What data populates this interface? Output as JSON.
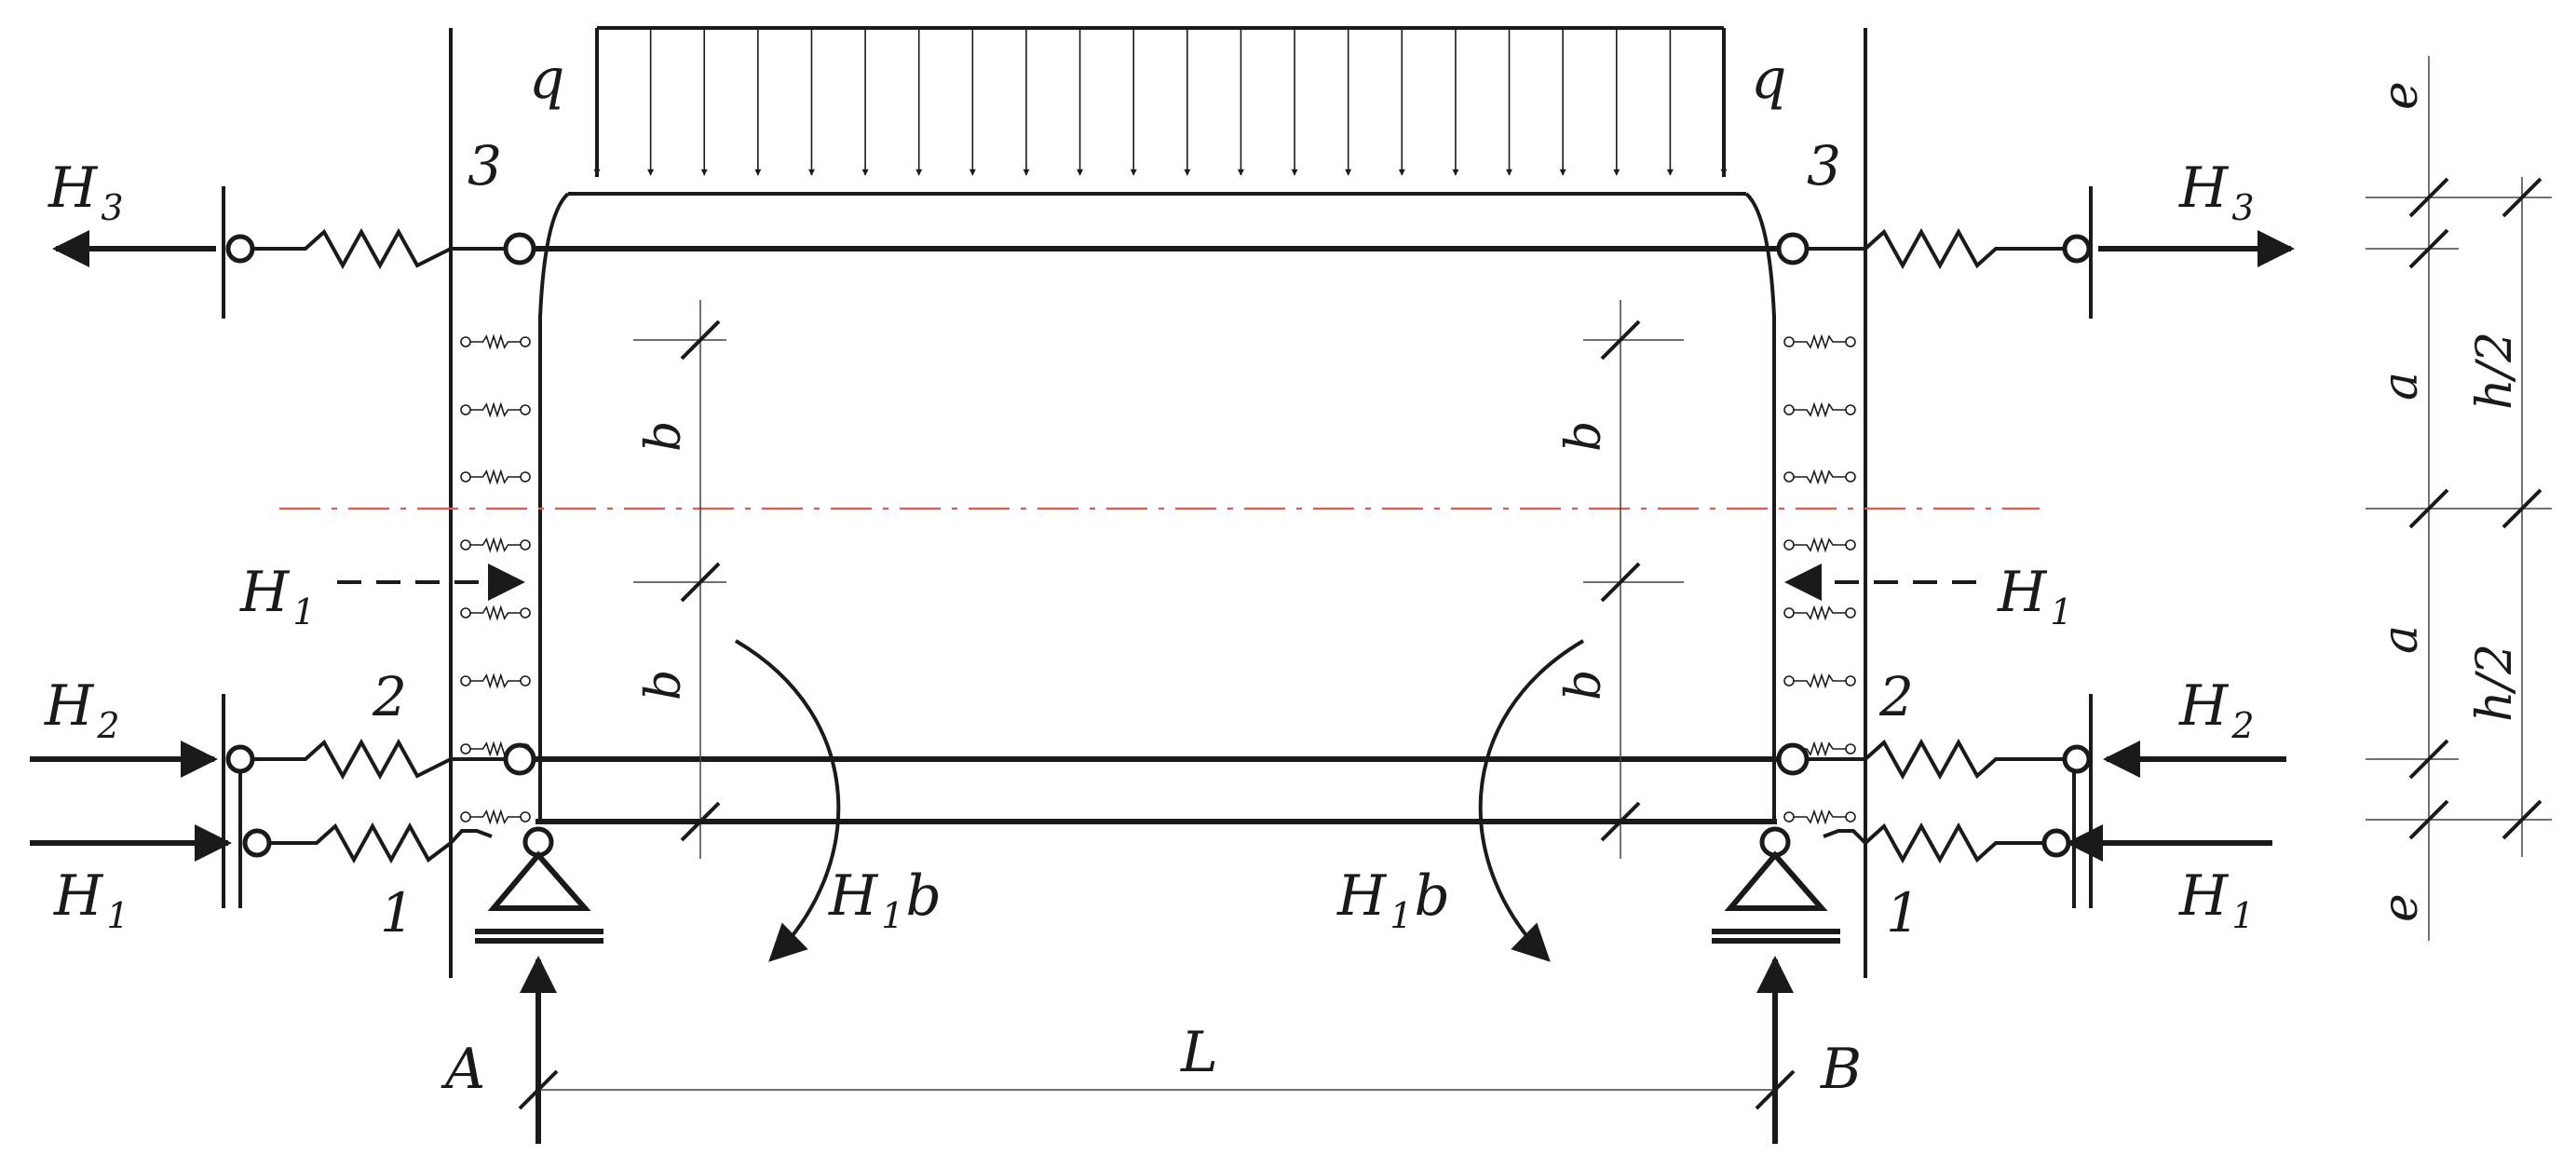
{
  "load": {
    "left_label": "q",
    "right_label": "q"
  },
  "levels": {
    "top": "3",
    "middle": "2",
    "bottom": "1"
  },
  "forces": {
    "h3": {
      "main": "H",
      "sub": "3"
    },
    "h2": {
      "main": "H",
      "sub": "2"
    },
    "h1": {
      "main": "H",
      "sub": "1"
    },
    "moment": {
      "main": "H",
      "sub": "1",
      "suffix": "b"
    }
  },
  "supports": {
    "left": "A",
    "right": "B"
  },
  "dimensions": {
    "span": "L",
    "b": "b",
    "e": "e",
    "a": "a",
    "half_h": "h/2"
  },
  "colors": {
    "line": "#1a1a1a",
    "axis": "#e8564f"
  }
}
